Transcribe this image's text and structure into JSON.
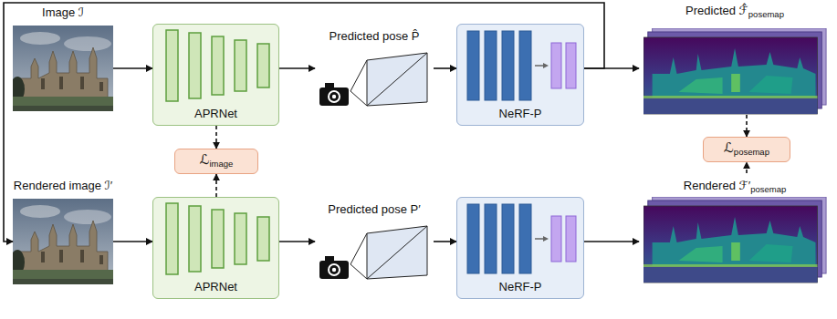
{
  "diagram": {
    "nodes": [
      {
        "text": [
          "Image ℐ"
        ]
      },
      {
        "text": [
          "APRNet"
        ]
      },
      {
        "text": [
          "Predicted pose P̂"
        ]
      },
      {
        "text": [
          "NeRF-P"
        ]
      },
      {
        "text": [
          "Predicted ℱ̂",
          "posemap"
        ]
      },
      {
        "text": [
          "ℒ",
          "image"
        ]
      },
      {
        "text": [
          "ℒ",
          "posemap"
        ]
      },
      {
        "text": [
          "Rendered image ℐ′"
        ]
      },
      {
        "text": [
          "APRNet"
        ]
      },
      {
        "text": [
          "Predicted pose P′"
        ]
      },
      {
        "text": [
          "NeRF-P"
        ]
      },
      {
        "text": [
          "Rendered ℱ′",
          "posemap"
        ]
      }
    ],
    "edges": [
      {
        "from": 0,
        "to": 1,
        "arrow": "to"
      },
      {
        "from": 1,
        "to": 2,
        "arrow": "to"
      },
      {
        "from": 2,
        "to": 3,
        "arrow": "to"
      },
      {
        "from": 3,
        "to": 4,
        "arrow": "to"
      },
      {
        "from": 1,
        "to": 5,
        "arrow": "to"
      },
      {
        "from": 8,
        "to": 5,
        "arrow": "to"
      },
      {
        "from": 4,
        "to": 6,
        "arrow": "to"
      },
      {
        "from": 11,
        "to": 6,
        "arrow": "to"
      },
      {
        "from": 3,
        "to": 7,
        "arrow": "to"
      },
      {
        "from": 7,
        "to": 8,
        "arrow": "to"
      },
      {
        "from": 8,
        "to": 9,
        "arrow": "to"
      },
      {
        "from": 9,
        "to": 10,
        "arrow": "to"
      },
      {
        "from": 10,
        "to": 11,
        "arrow": "to"
      }
    ]
  }
}
